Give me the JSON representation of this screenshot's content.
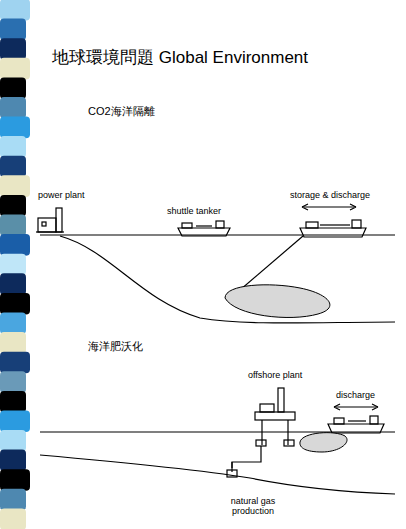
{
  "diagram": {
    "title": "地球環境問題 Global Environment",
    "labels": [
      "CO2海洋隔離",
      "power plant",
      "shuttle tanker",
      "storage & discharge",
      "海洋肥沃化",
      "offshore plant",
      "discharge",
      "natural gas production"
    ]
  }
}
